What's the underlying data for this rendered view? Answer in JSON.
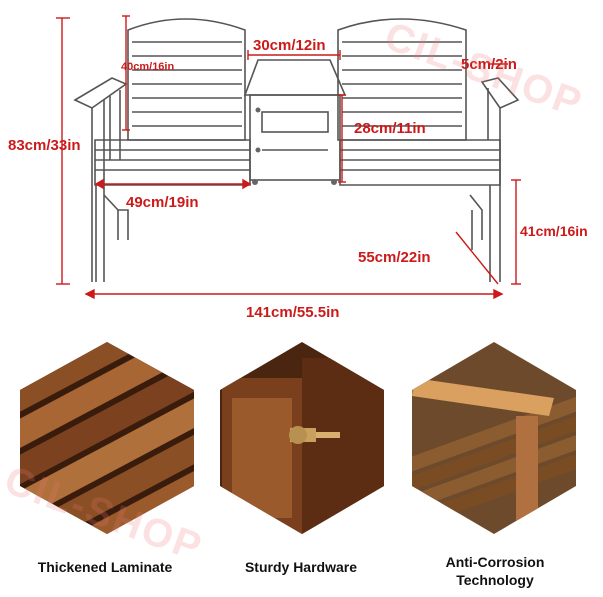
{
  "dimensions": {
    "total_height": "83cm/33in",
    "backrest_height": "40cm/16in",
    "table_width": "30cm/12in",
    "armrest_width": "5cm/2in",
    "table_height": "28cm/11in",
    "seat_width": "49cm/19in",
    "seat_height": "41cm/16in",
    "depth": "55cm/22in",
    "total_width": "141cm/55.5in"
  },
  "watermark": "CIL-SHOP",
  "features": [
    {
      "label": "Thickened Laminate"
    },
    {
      "label": "Sturdy Hardware"
    },
    {
      "label": "Anti-Corrosion Technology"
    }
  ],
  "colors": {
    "dimension_red": "#cc1a1a",
    "wood_dark": "#5a2e14",
    "wood_mid": "#9a5a2c",
    "wood_light": "#c98a52",
    "line_gray": "#555555"
  }
}
